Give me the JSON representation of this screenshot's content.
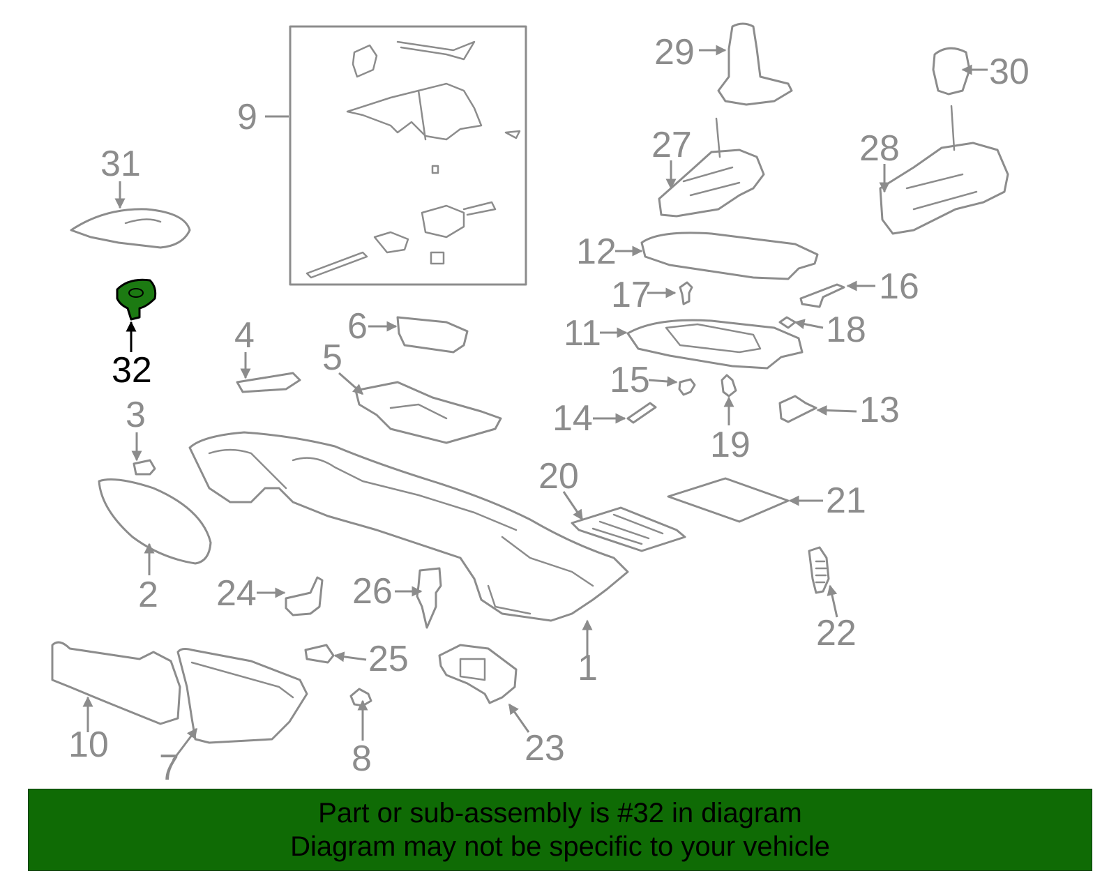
{
  "banner": {
    "line1": "Part or sub-assembly is #32 in diagram",
    "line2": "Diagram may not be specific to your vehicle",
    "background": "#0f6b05"
  },
  "colors": {
    "line_art": "#8c8c8c",
    "highlight_fill": "#1c7a12",
    "highlight_label": "#000000"
  },
  "highlighted_part": "32",
  "callouts": [
    "1",
    "2",
    "3",
    "4",
    "5",
    "6",
    "7",
    "8",
    "9",
    "10",
    "11",
    "12",
    "13",
    "14",
    "15",
    "16",
    "17",
    "18",
    "19",
    "20",
    "21",
    "22",
    "23",
    "24",
    "25",
    "26",
    "27",
    "28",
    "29",
    "30",
    "31",
    "32"
  ]
}
